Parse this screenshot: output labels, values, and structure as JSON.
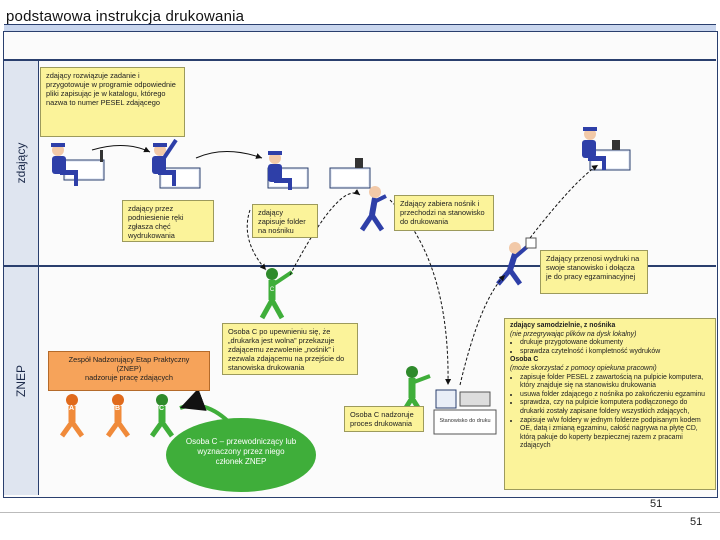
{
  "title": "podstawowa instrukcja drukowania",
  "lanes": {
    "top": "zdający",
    "bottom": "ZNEP"
  },
  "boxes": {
    "step1": "zdający rozwiązuje zadanie i przygotowuje w programie odpowiednie pliki zapisując je w katalogu, którego nazwa to numer PESEL zdającego",
    "step2": "zdający przez podniesienie ręki zgłasza chęć wydrukowania",
    "step3": "zdający zapisuje folder na nośniku",
    "step4": "Zdający zabiera nośnik i przechodzi na stanowisko do drukowania",
    "step5": "Zdający przenosi wydruki na swoje stanowisko i dołącza je do pracy egzaminacyjnej",
    "osoba_c_mid": "Osoba C po upewnieniu się, że „drukarka jest wolna” przekazuje zdającemu zezwolenie „nośnik” i zezwala zdającemu na przejście do stanowiska drukowania",
    "osoba_c_low": "Osoba C nadzoruje proces drukowania",
    "zespol_l1": "Zespół Nadzorujący Etap Praktyczny",
    "zespol_l2": "(ZNEP)",
    "zespol_l3": "nadzoruje pracę zdających",
    "cloud": "Osoba C – przewodniczący lub wyznaczony przez niego członek ZNEP",
    "printer_label": "Stanowisko do druku"
  },
  "right_panel": {
    "h1": "zdający samodzielnie, z nośnika",
    "h1_note": "(nie przegrywając plików na dysk lokalny)",
    "b1": "drukuje przygotowane dokumenty",
    "b2": "sprawdza czytelność i kompletność wydruków",
    "h2": "Osoba C",
    "h2_note": "(może skorzystać z pomocy opiekuna pracowni)",
    "b3": "zapisuje folder PESEL z zawartością na pulpicie komputera, który znajduje się na stanowisku drukowania",
    "b4": "usuwa folder zdającego z nośnika po zakończeniu egzaminu",
    "b5": "sprawdza, czy na pulpicie komputera podłączonego do drukarki zostały zapisane foldery wszystkich zdających,",
    "b6": "zapisuje w/w foldery w jednym folderze podpisanym kodem OE, datą i zmianą egzaminu, całość nagrywa na płytę CD, którą pakuje do koperty bezpiecznej razem z pracami zdających"
  },
  "figure_letters": {
    "a": "A",
    "b": "B",
    "c": "C"
  },
  "page_numbers": {
    "inner": "51",
    "outer": "51"
  },
  "colors": {
    "yellow": "#fbf39a",
    "orange": "#f6a35a",
    "green": "#3fae3a",
    "blue": "#2e3fa8",
    "frame": "#2a3f6e"
  }
}
